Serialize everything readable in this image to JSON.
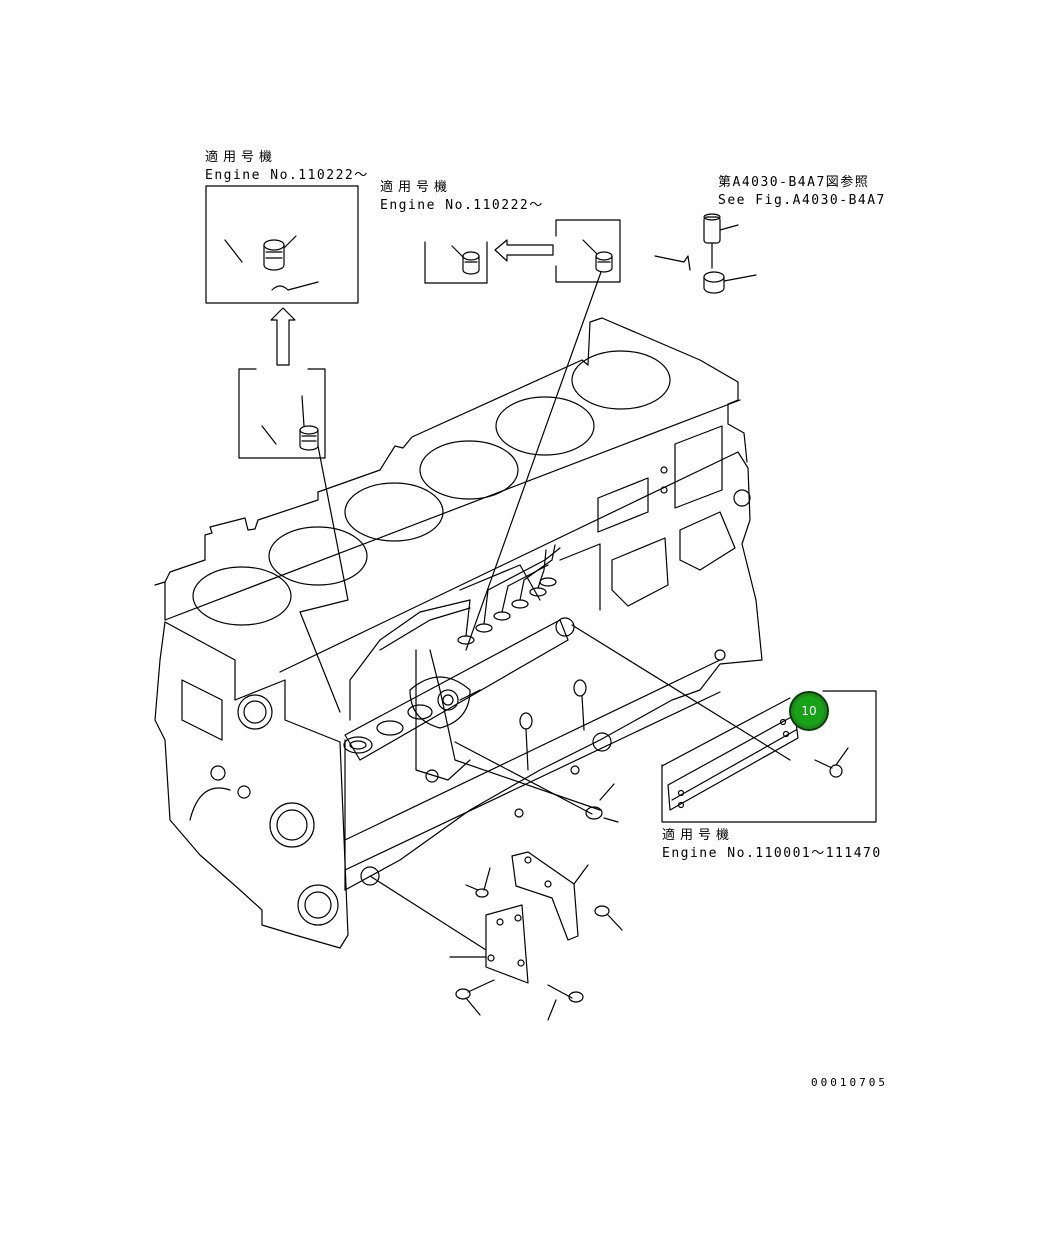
{
  "labels": {
    "inset_left": {
      "jp": "適用号機",
      "en": "Engine No.110222～"
    },
    "inset_mid": {
      "jp": "適用号機",
      "en": "Engine No.110222～"
    },
    "ref_top_right": {
      "jp": "第A4030-B4A7図参照",
      "en": "See Fig.A4030-B4A7"
    },
    "inset_bracket": {
      "jp": "適用号機",
      "en": "Engine No.110001～111470"
    },
    "drawing_number": "00010705"
  },
  "callouts": [
    {
      "number": "10"
    }
  ],
  "colors": {
    "line": "#000000",
    "callout_fill": "#1e8a1e",
    "background": "#ffffff"
  }
}
